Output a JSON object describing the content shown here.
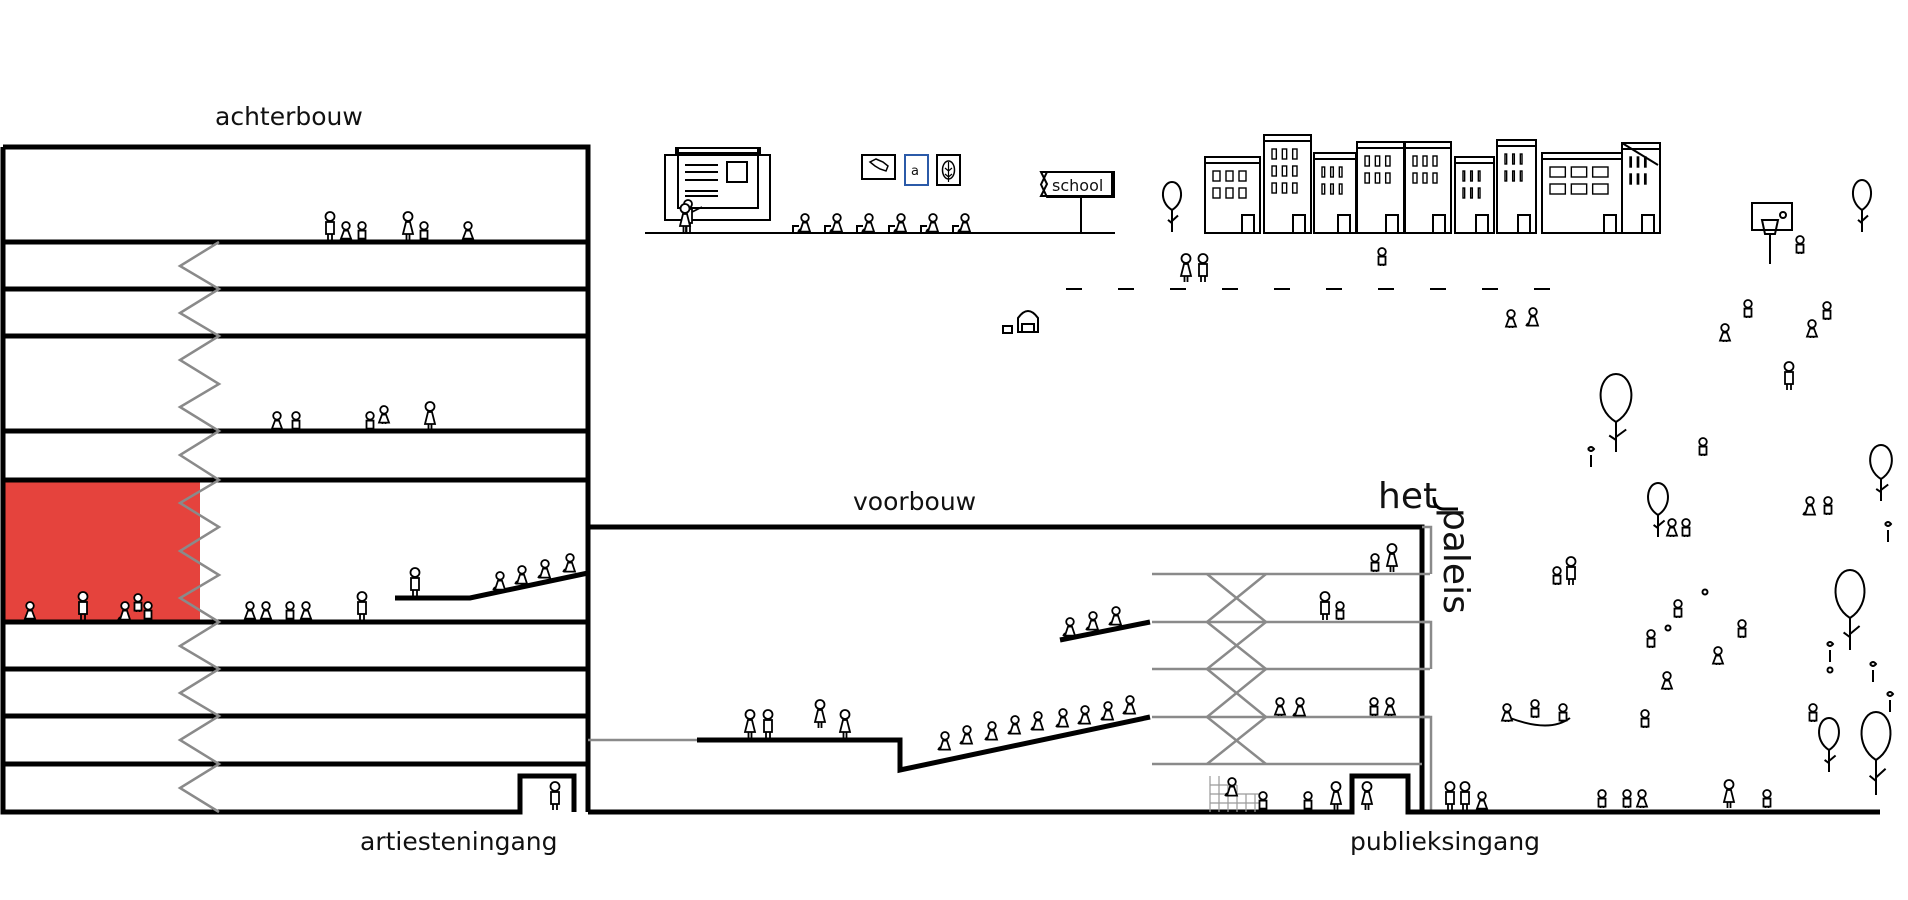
{
  "title": "het paleis",
  "title_parts": {
    "first": "het",
    "second": "paleis"
  },
  "labels": {
    "back_building": "achterbouw",
    "front_building": "voorbouw",
    "artist_entrance": "artiesteningang",
    "public_entrance": "publieksingang"
  },
  "school_sign": "school",
  "classroom_cards": [
    {
      "icon": "map-belgium-icon"
    },
    {
      "icon": "letter-a-icon",
      "text": "a"
    },
    {
      "icon": "leaf-icon"
    }
  ],
  "colors": {
    "highlight_room": "#e5433d",
    "card_accent": "#2b5aa8",
    "line": "#000000",
    "secondary_line": "#8a8a8a"
  },
  "sections": {
    "achterbouw_floors": 8,
    "highlighted_room": "achterbouw floor with red workshop area",
    "voorbouw_levels": 5
  }
}
